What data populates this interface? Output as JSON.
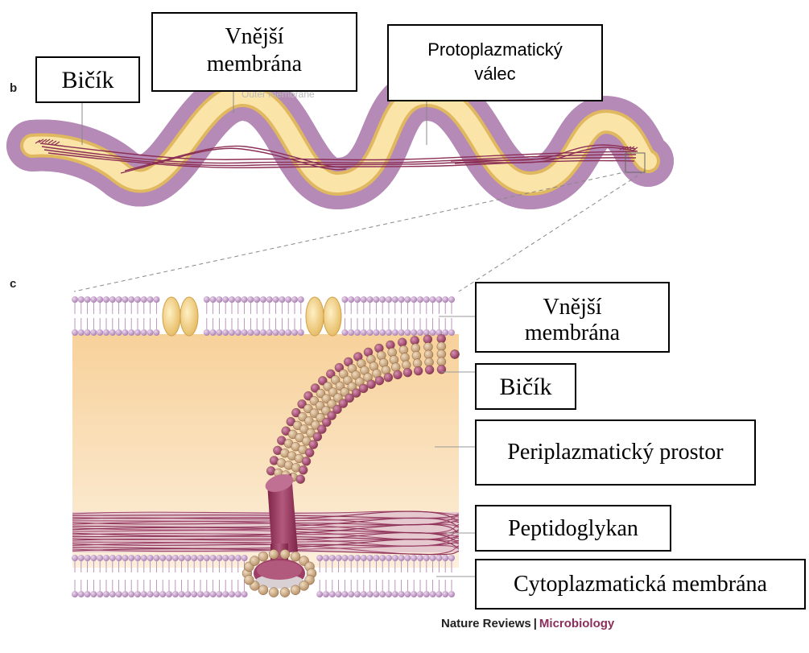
{
  "panels": {
    "b": "b",
    "c": "c"
  },
  "labels": {
    "bicik_top": "Bičík",
    "vnejsi_top_1": "Vnější",
    "vnejsi_top_2": "membrána",
    "protoplazma_1": "Protoplazmatický",
    "protoplazma_2": "válec",
    "vnejsi_right_1": "Vnější",
    "vnejsi_right_2": "membrána",
    "bicik_right": "Bičík",
    "periplazma": "Periplazmatický prostor",
    "peptidoglykan": "Peptidoglykan",
    "cytoplazma": "Cytoplazmatická membrána"
  },
  "credit": {
    "journal": "Nature Reviews",
    "separator": "|",
    "section": "Microbiology"
  },
  "colors": {
    "sheath": "#c99bc4",
    "cylinder": "#f2d58c",
    "flagellum": "#8c2f55",
    "lipid_head": "#c9a3cf",
    "periplasm": "#f8d9a6",
    "bead": "#c8a27a",
    "bead_dark": "#a44f72"
  }
}
